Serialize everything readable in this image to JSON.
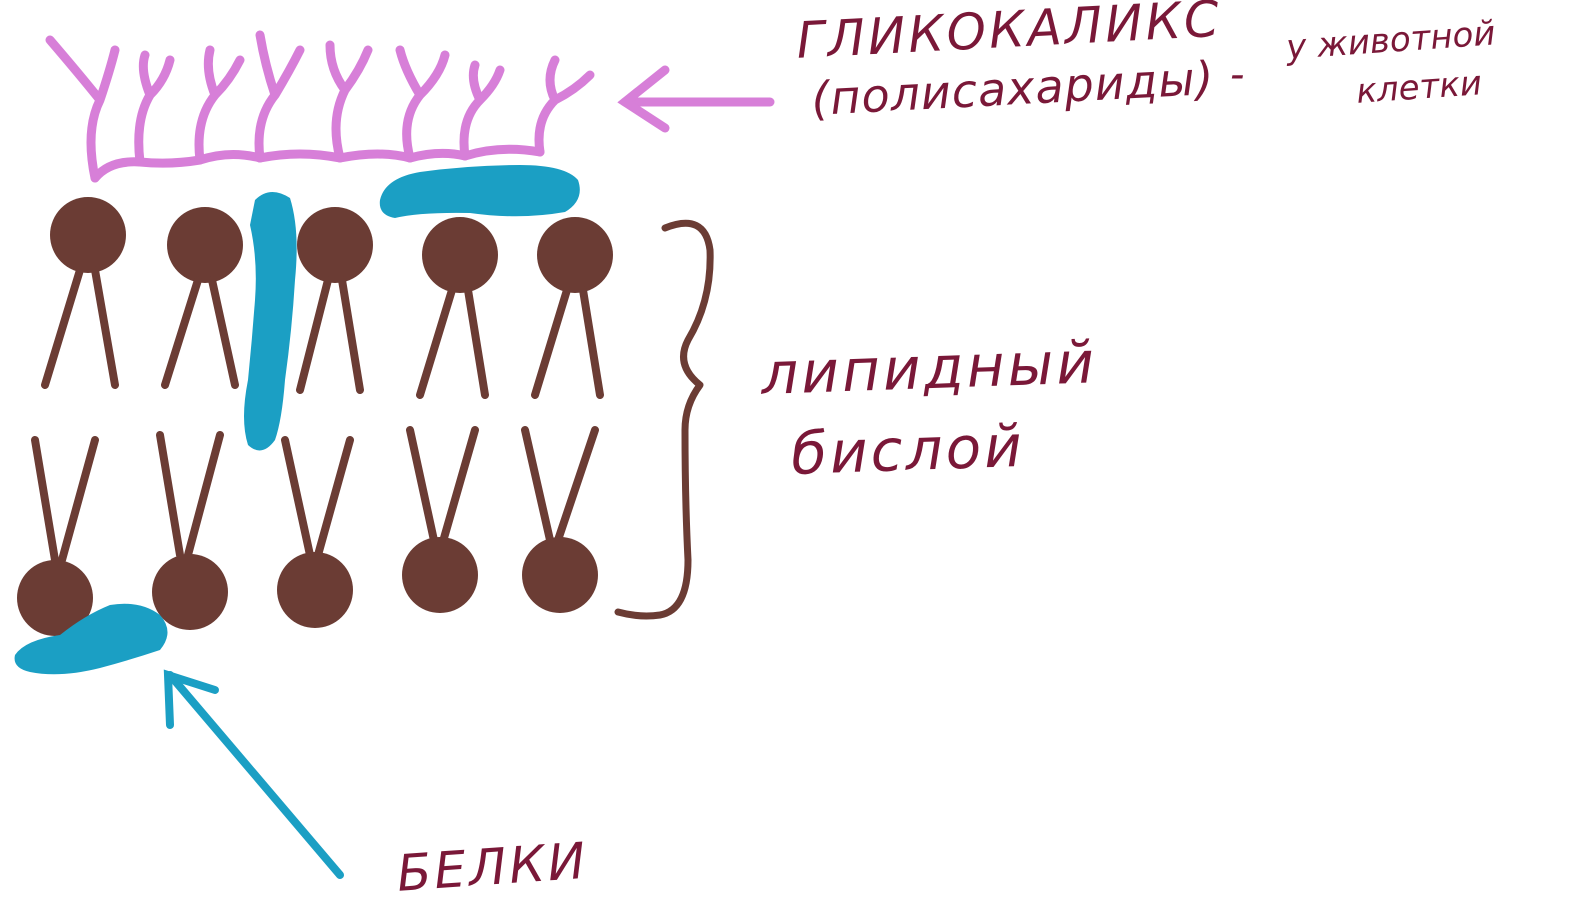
{
  "labels": {
    "glycocalyx_line1": "ГЛИКОКАЛИКС",
    "glycocalyx_line2": "(полисахариды)",
    "dash": "-",
    "animal_cell_line1": "у животной",
    "animal_cell_line2": "клетки",
    "lipid_line1": "липидный",
    "lipid_line2": "бислой",
    "proteins": "БЕЛКИ"
  },
  "colors": {
    "glycocalyx": "#d77fd8",
    "protein": "#1b9fc4",
    "lipid": "#6b3c34",
    "lipid_highlight": "#8a5246",
    "text": "#7a1838"
  },
  "structure": {
    "upper_lipids": 5,
    "lower_lipids": 5,
    "glycocalyx_branches": 8,
    "proteins": 3
  }
}
